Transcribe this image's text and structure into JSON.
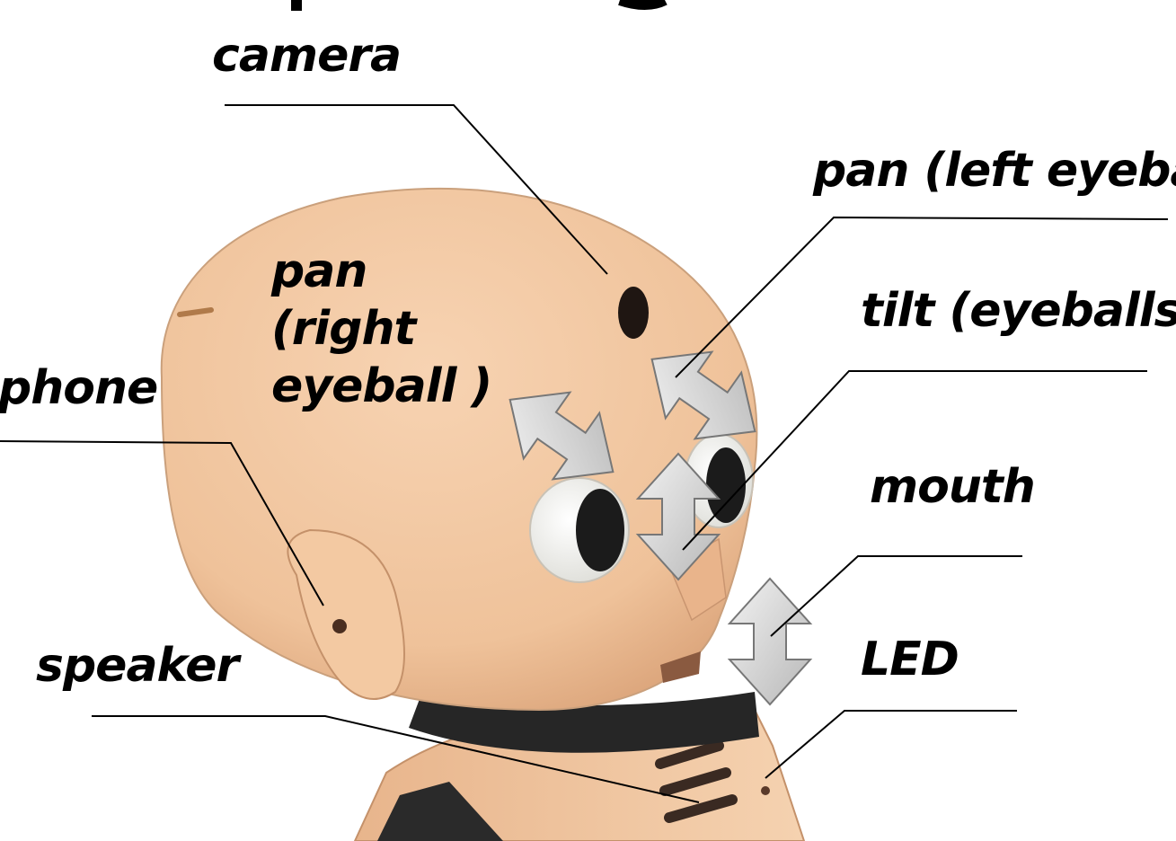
{
  "labels": {
    "camera": "camera",
    "pan_left": "pan (left eyeball)",
    "pan_right": "pan\n(right\neyeball )",
    "tilt": "tilt (eyeballs)",
    "microphone": "phone",
    "mouth": "mouth",
    "speaker": "speaker",
    "led": "LED"
  },
  "colors": {
    "background": "#ffffff",
    "skin": "#f2c7a1",
    "skin_shadow": "#e2ab82",
    "arrow_fill": "#cfcfcf",
    "eye_white": "#f5f5f2",
    "pupil": "#1b1b1b",
    "neck": "#262626",
    "leader_line": "#000000"
  }
}
